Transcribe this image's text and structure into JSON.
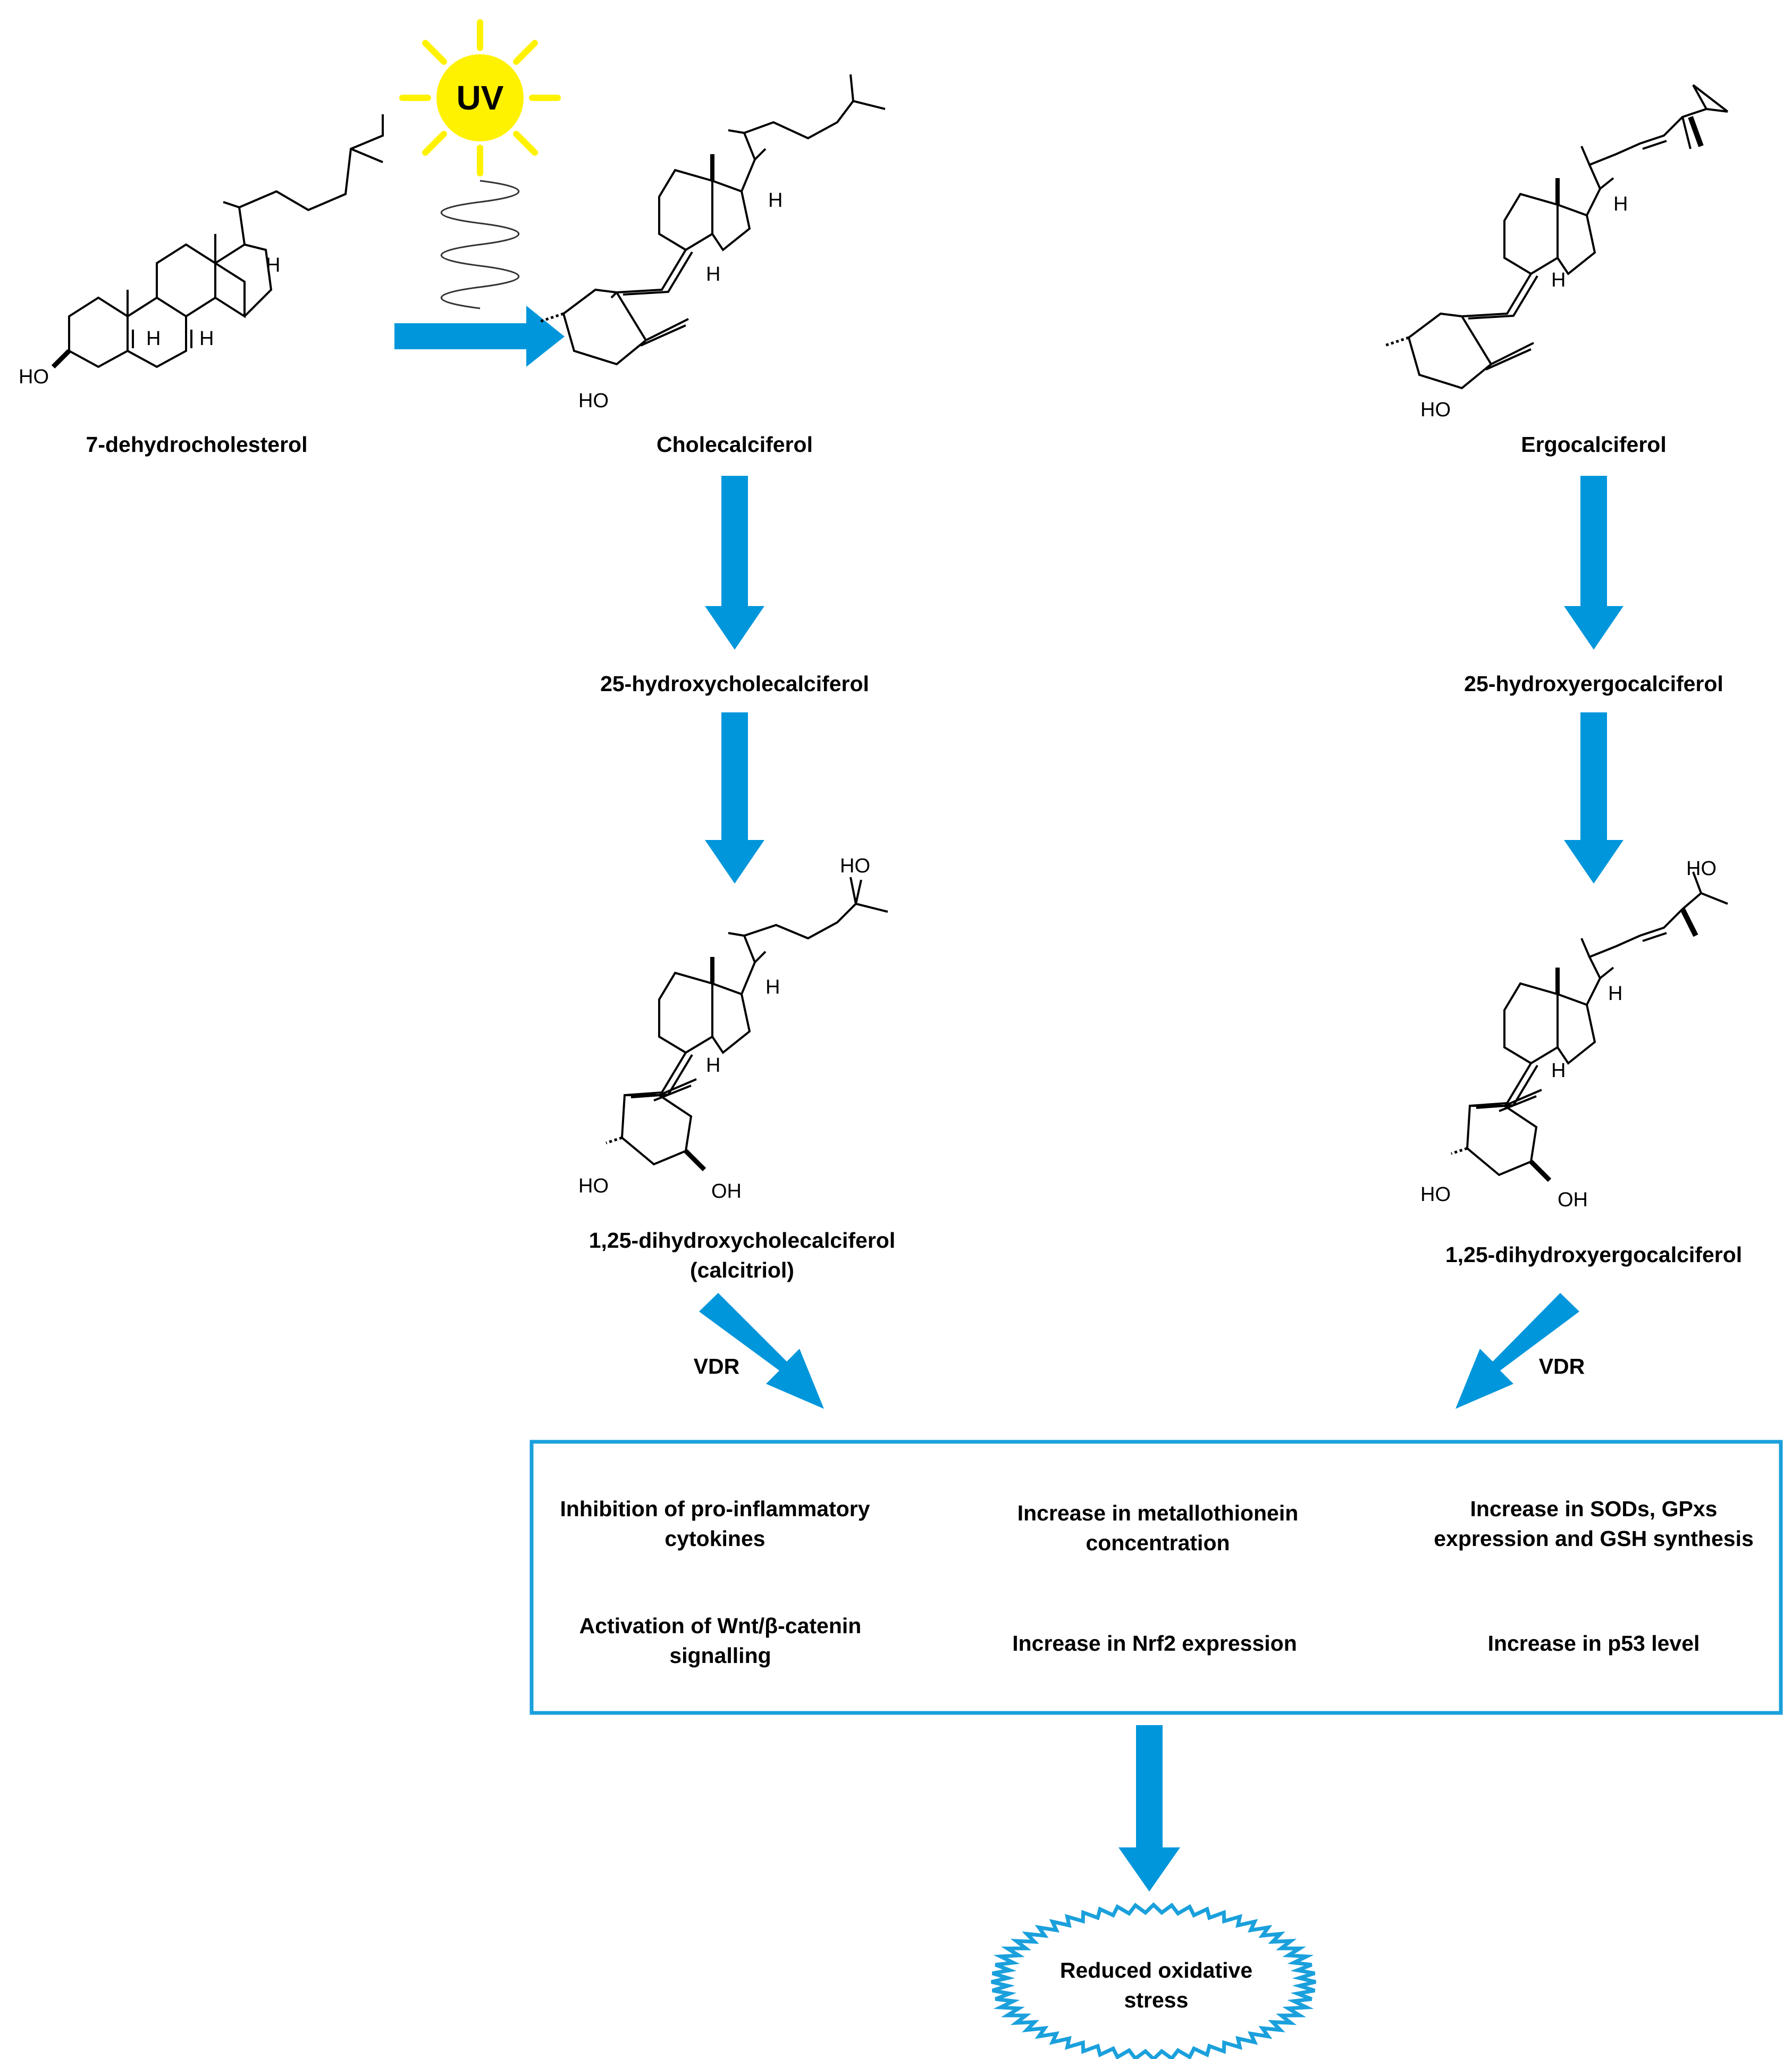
{
  "colors": {
    "arrow": "#0096DB",
    "box_border": "#1AA0DC",
    "sun": "#FFF200",
    "ink": "#000000"
  },
  "sun": {
    "label": "UV",
    "icon": "sun-icon"
  },
  "compounds": {
    "dehydrocholesterol": "7-dehydrocholesterol",
    "cholecalciferol": "Cholecalciferol",
    "ergocalciferol": "Ergocalciferol",
    "hydroxycholecalciferol": "25-hydroxycholecalciferol",
    "hydroxyergocalciferol": "25-hydroxyergocalciferol",
    "calcitriol_line1": "1,25-dihydroxycholecalciferol",
    "calcitriol_line2": "(calcitriol)",
    "dihydroxyergocalciferol": "1,25-dihydroxyergocalciferol"
  },
  "receptor": {
    "left": "VDR",
    "right": "VDR"
  },
  "effects": [
    {
      "line1": "Inhibition of pro-inflammatory",
      "line2": "cytokines"
    },
    {
      "line1": "Increase in metallothionein",
      "line2": "concentration"
    },
    {
      "line1": "Increase in SODs, GPxs",
      "line2": "expression and GSH synthesis"
    },
    {
      "line1": "Activation of Wnt/β-catenin",
      "line2": "signalling"
    },
    {
      "line1": "Increase in Nrf2 expression",
      "line2": ""
    },
    {
      "line1": "Increase in p53 level",
      "line2": ""
    }
  ],
  "outcome": {
    "line1": "Reduced oxidative",
    "line2": "stress"
  },
  "atoms": {
    "hydrogen": "H",
    "hydroxyl_left": "HO",
    "hydroxyl_right": "OH"
  }
}
